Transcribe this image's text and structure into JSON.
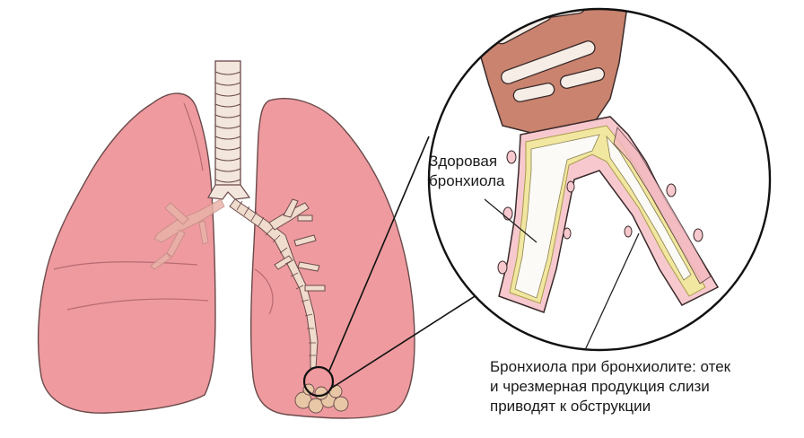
{
  "labels": {
    "healthy_bronchiole": [
      "Здоровая",
      "бронхиола"
    ],
    "inflamed_bronchiole": [
      "Бронхиола при бронхиолите: отек",
      "и чрезмерная продукция слизи",
      "приводят к обструкции"
    ]
  },
  "colors": {
    "lung_fill": "#ee9a9f",
    "lung_fill_dark": "#e48b91",
    "lung_outline": "#6b4a4a",
    "trachea_ring": "#f3e6dc",
    "bronchus_tissue": "#c9836f",
    "cartilage": "#f6ede6",
    "inner_wall": "#f7c9cf",
    "mucosa_yellow": "#f2e7a0",
    "lumen": "#fbfaf6",
    "line": "#222222"
  },
  "icons": {
    "magnifier": "circle-zoom-callout"
  }
}
